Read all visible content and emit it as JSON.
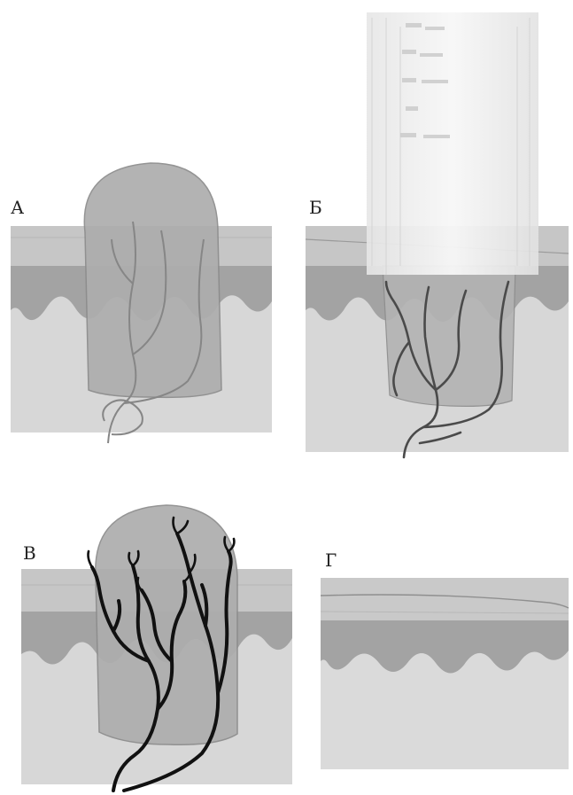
{
  "panels": [
    {
      "id": "a",
      "label": "А"
    },
    {
      "id": "b",
      "label": "Б"
    },
    {
      "id": "c",
      "label": "В"
    },
    {
      "id": "d",
      "label": "Г"
    }
  ],
  "colors": {
    "epidermis": "#c7c7c7",
    "basal_layer": "#9d9d9d",
    "dermis": "#d6d6d6",
    "nodule": "#a9a9a9",
    "vessel_faint": "#8a8a8a",
    "vessel_dark": "#111111",
    "beam": "#efefef"
  }
}
